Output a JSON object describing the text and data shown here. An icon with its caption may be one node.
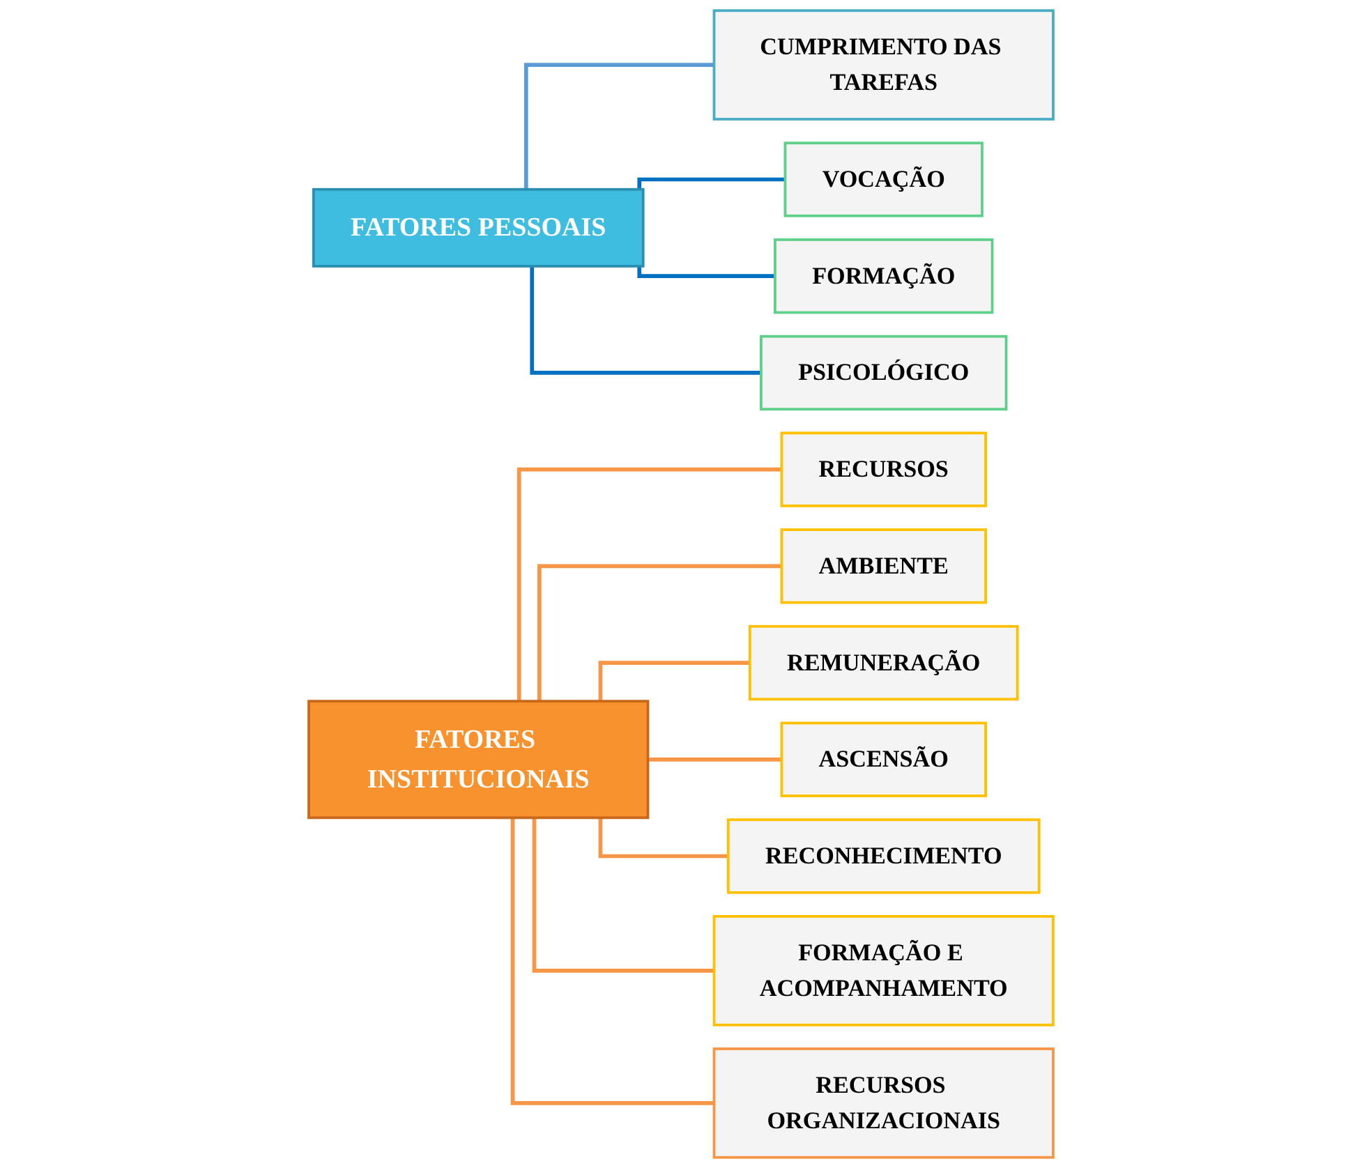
{
  "diagram": {
    "nodes": [
      {
        "text": [
          "FATORES PESSOAIS"
        ]
      },
      {
        "text": [
          "CUMPRIMENTO DAS TAREFAS"
        ]
      },
      {
        "text": [
          "VOCAÇÃO"
        ]
      },
      {
        "text": [
          "FORMAÇÃO"
        ]
      },
      {
        "text": [
          "PSICOLÓGICO"
        ]
      },
      {
        "text": [
          "FATORES INSTITUCIONAIS"
        ]
      },
      {
        "text": [
          "RECURSOS"
        ]
      },
      {
        "text": [
          "AMBIENTE"
        ]
      },
      {
        "text": [
          "REMUNERAÇÃO"
        ]
      },
      {
        "text": [
          "ASCENSÃO"
        ]
      },
      {
        "text": [
          "RECONHECIMENTO"
        ]
      },
      {
        "text": [
          "FORMAÇÃO E ACOMPANHAMENTO"
        ]
      },
      {
        "text": [
          "RECURSOS ORGANIZACIONAIS"
        ]
      }
    ],
    "edges": [
      {
        "from": 0,
        "to": 1,
        "arrow": "none",
        "color": "#5b9bd5"
      },
      {
        "from": 0,
        "to": 2,
        "arrow": "none",
        "color": "#0070c0"
      },
      {
        "from": 0,
        "to": 3,
        "arrow": "none",
        "color": "#0070c0"
      },
      {
        "from": 0,
        "to": 4,
        "arrow": "none",
        "color": "#0070c0"
      },
      {
        "from": 5,
        "to": 6,
        "arrow": "none"
      },
      {
        "from": 5,
        "to": 7,
        "arrow": "none"
      },
      {
        "from": 5,
        "to": 8,
        "arrow": "none"
      },
      {
        "from": 5,
        "to": 9,
        "arrow": "none"
      },
      {
        "from": 5,
        "to": 10,
        "arrow": "none"
      },
      {
        "from": 5,
        "to": 11,
        "arrow": "none"
      },
      {
        "from": 5,
        "to": 12,
        "arrow": "none"
      }
    ]
  }
}
